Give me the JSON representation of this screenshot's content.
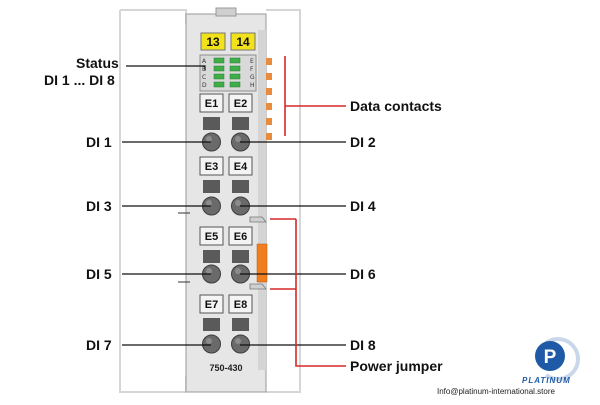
{
  "module": {
    "model": "750-430",
    "terminal_numbers": [
      "13",
      "14"
    ],
    "status_leds": {
      "left_letters": [
        "A",
        "B",
        "C",
        "D"
      ],
      "right_letters": [
        "E",
        "F",
        "G",
        "H"
      ]
    },
    "inputs": [
      "E1",
      "E2",
      "E3",
      "E4",
      "E5",
      "E6",
      "E7",
      "E8"
    ]
  },
  "labels": {
    "status": "Status",
    "status_range": "DI 1 ... DI 8",
    "data_contacts": "Data contacts",
    "power_jumper": "Power jumper",
    "di": [
      "DI 1",
      "DI 2",
      "DI 3",
      "DI 4",
      "DI 5",
      "DI 6",
      "DI 7",
      "DI 8"
    ]
  },
  "watermark": {
    "name": "PLATINUM",
    "email": "Info@platinum-international.store"
  },
  "colors": {
    "terminal_label": "#f2e21a",
    "led": "#3fae49",
    "data_contact": "#ea8a3c",
    "leader_red": "#d62828",
    "jumper_orange": "#f07d1e",
    "brand_blue": "#1f5aa6"
  }
}
